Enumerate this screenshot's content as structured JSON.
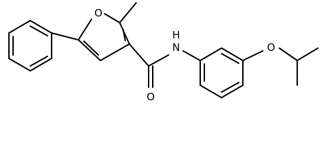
{
  "molecule": {
    "atom_labels": {
      "furan_oxygen": "O",
      "carbonyl_oxygen": "O",
      "amide_nitrogen": "N",
      "amide_hydrogen": "H",
      "ether_oxygen": "O"
    },
    "colors": {
      "bond": "#000000",
      "label": "#000000",
      "background": "#ffffff"
    }
  }
}
